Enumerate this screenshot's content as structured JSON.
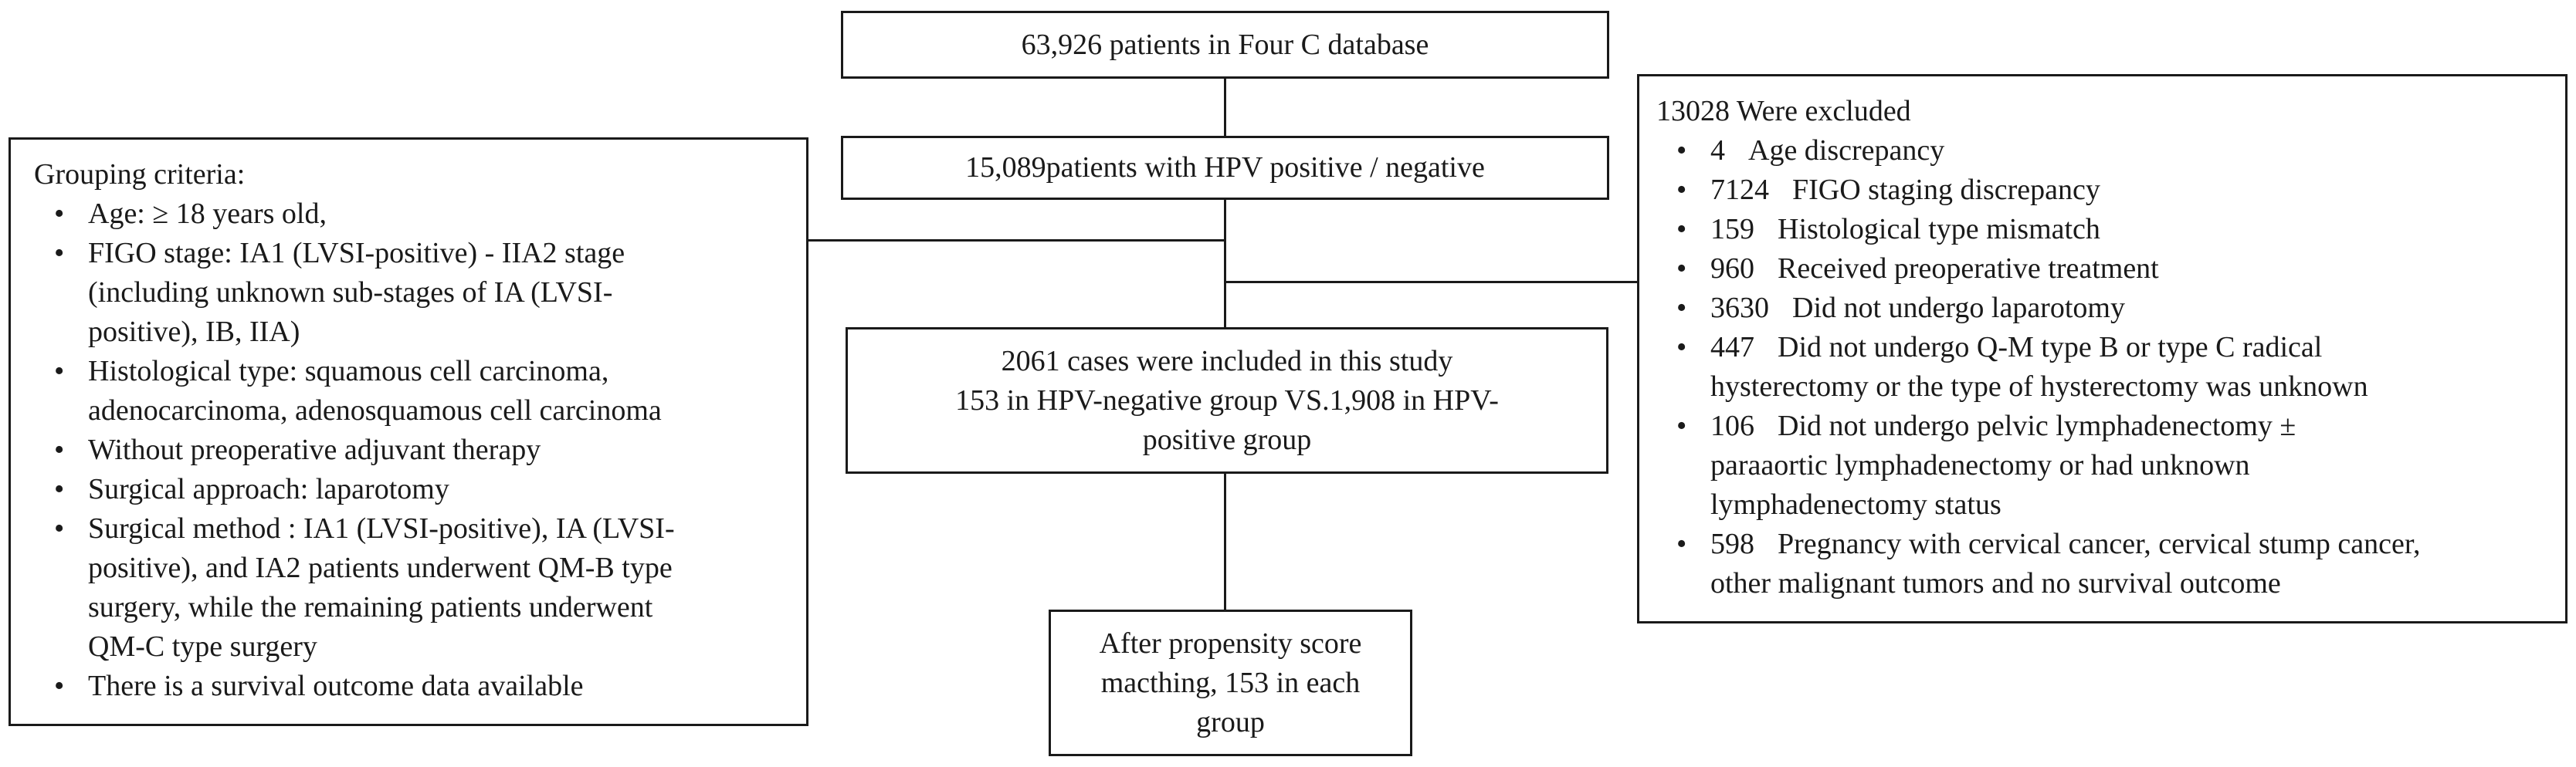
{
  "boxes": {
    "database": "63,926 patients in Four C database",
    "hpv_status": "15,089patients with HPV positive / negative",
    "included": {
      "line1": "2061 cases were included in this study",
      "line2": "153 in HPV-negative  group VS.1,908 in HPV-",
      "line3": "positive group"
    },
    "psm": {
      "line1": "After propensity score",
      "line2": "macthing, 153 in each",
      "line3": "group"
    }
  },
  "grouping": {
    "title": "Grouping criteria:",
    "bullet": "•",
    "items": [
      [
        "Age: ≥ 18 years old,"
      ],
      [
        "FIGO stage: IA1 (LVSI-positive) - IIA2 stage",
        "(including unknown sub-stages of IA (LVSI-",
        "positive), IB, IIA)"
      ],
      [
        "Histological type: squamous cell carcinoma,",
        "adenocarcinoma, adenosquamous cell carcinoma"
      ],
      [
        "Without preoperative adjuvant therapy"
      ],
      [
        "Surgical approach: laparotomy"
      ],
      [
        "Surgical method : IA1 (LVSI-positive), IA (LVSI-",
        "positive), and IA2 patients underwent QM-B type",
        "surgery, while the remaining patients underwent",
        "QM-C type surgery"
      ],
      [
        "There is a survival outcome data available"
      ]
    ]
  },
  "excluded": {
    "title": "13028 Were excluded",
    "bullet": "•",
    "items": [
      {
        "num": "4",
        "lines": [
          "Age discrepancy"
        ]
      },
      {
        "num": "7124",
        "lines": [
          "FIGO staging discrepancy"
        ]
      },
      {
        "num": "159",
        "lines": [
          "Histological type mismatch"
        ]
      },
      {
        "num": "960",
        "lines": [
          "Received preoperative treatment"
        ]
      },
      {
        "num": "3630",
        "lines": [
          "Did not undergo laparotomy"
        ]
      },
      {
        "num": "447",
        "lines": [
          "Did not undergo Q-M type B or type C radical",
          "hysterectomy or the type of hysterectomy was unknown"
        ]
      },
      {
        "num": "106",
        "lines": [
          "Did not undergo pelvic lymphadenectomy ±",
          "paraaortic lymphadenectomy or had unknown",
          "lymphadenectomy status"
        ]
      },
      {
        "num": "598",
        "lines": [
          "Pregnancy with cervical cancer, cervical stump cancer,",
          "other malignant tumors and no survival outcome"
        ]
      }
    ]
  }
}
